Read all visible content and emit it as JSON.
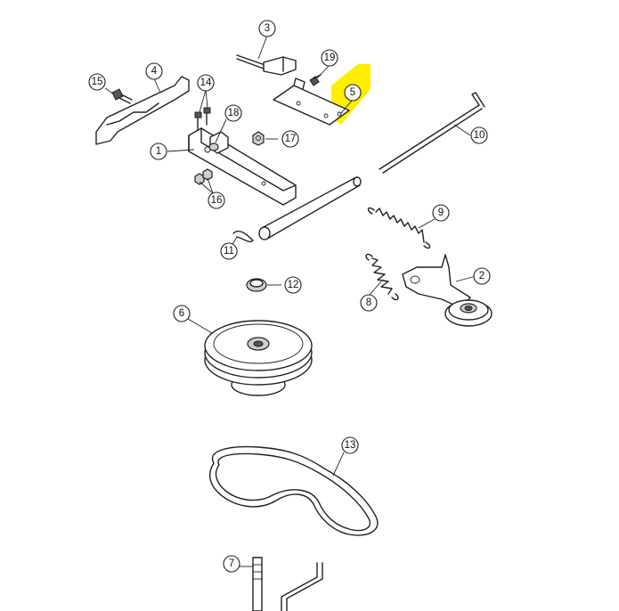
{
  "highlight_color": "#ffee00",
  "callouts": {
    "c1": "1",
    "c2": "2",
    "c3": "3",
    "c4": "4",
    "c5": "5",
    "c6": "6",
    "c7": "7",
    "c8": "8",
    "c9": "9",
    "c10": "10",
    "c11": "11",
    "c12": "12",
    "c13": "13",
    "c14": "14",
    "c15": "15",
    "c16": "16",
    "c17": "17",
    "c18": "18",
    "c19": "19"
  }
}
